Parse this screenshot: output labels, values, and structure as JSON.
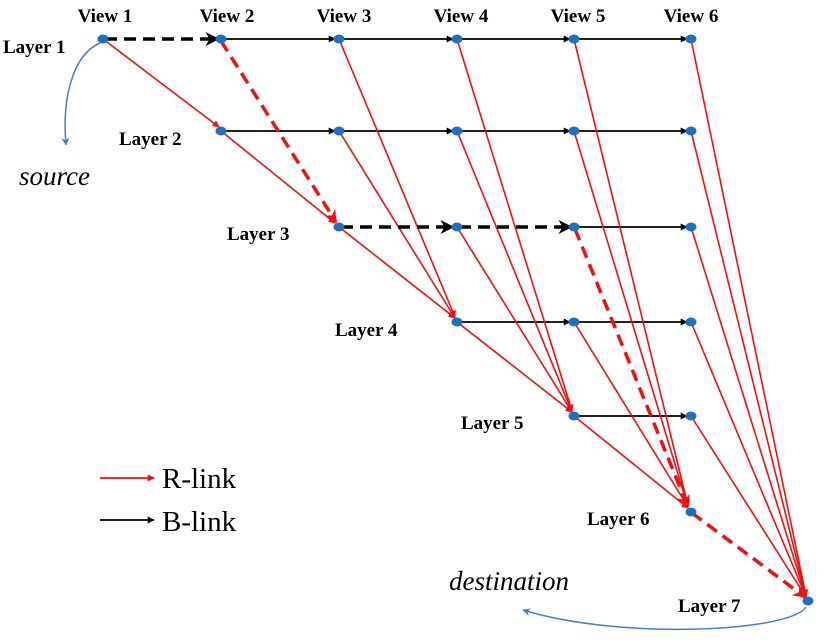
{
  "views": [
    "View 1",
    "View 2",
    "View 3",
    "View 4",
    "View 5",
    "View 6"
  ],
  "layers": [
    "Layer 1",
    "Layer 2",
    "Layer 3",
    "Layer 4",
    "Layer 5",
    "Layer 6",
    "Layer 7"
  ],
  "legend": {
    "r_link": "R-link",
    "b_link": "B-link"
  },
  "annotations": {
    "source": "source",
    "destination": "destination"
  },
  "colors": {
    "r_link": "#ee1111",
    "b_link": "#000000",
    "node": "#1f6fc2",
    "annotation_arrow": "#4a7fc0"
  }
}
